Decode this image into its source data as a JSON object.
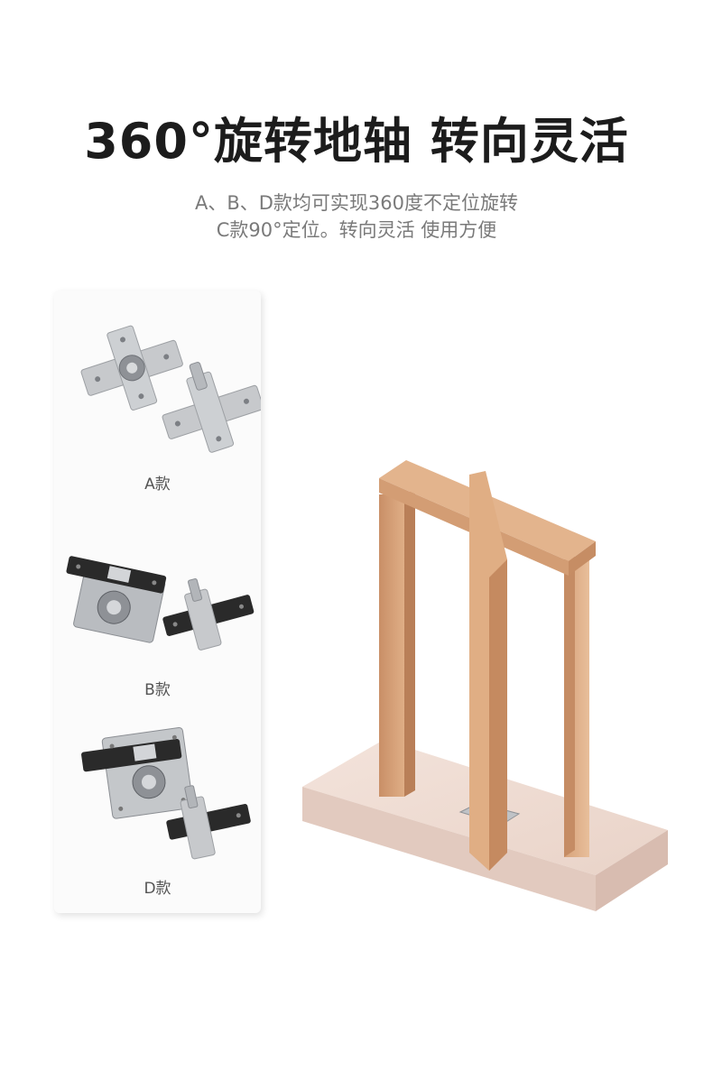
{
  "header": {
    "title": "360°旋转地轴 转向灵活",
    "subtitle_line1": "A、B、D款均可实现360度不定位旋转",
    "subtitle_line2": "C款90°定位。转向灵活 使用方便"
  },
  "variants": [
    {
      "label": "A款",
      "plate_color": "#c9cbcd"
    },
    {
      "label": "B款",
      "plate_color": "#2a2a2a"
    },
    {
      "label": "D款",
      "plate_color": "#2a2a2a"
    }
  ],
  "colors": {
    "headline": "#1c1c1c",
    "subtitle": "#7a7a7a",
    "wood": "#deb08a",
    "base": "#efdcd3"
  }
}
